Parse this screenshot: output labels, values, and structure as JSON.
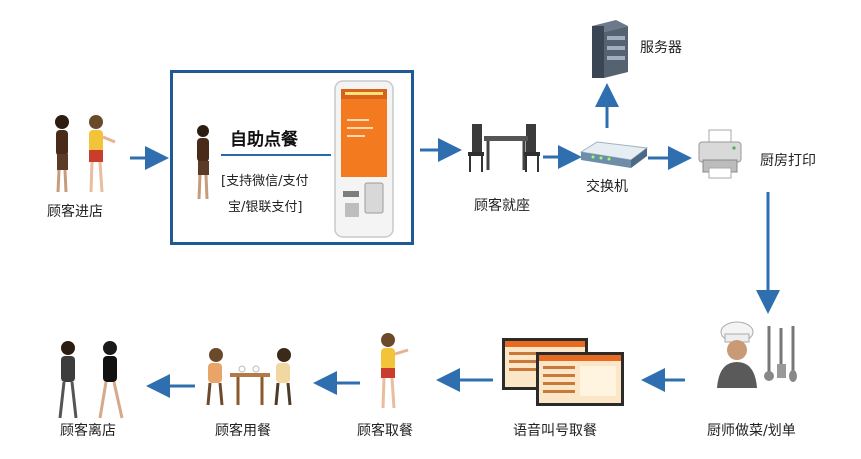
{
  "nodes": {
    "customer_enter": "顾客进店",
    "self_order_title": "自助点餐",
    "pay_line1": "[支持微信/支付",
    "pay_line2": "宝/银联支付]",
    "customer_seated": "顾客就座",
    "switch": "交换机",
    "server": "服务器",
    "kitchen_print": "厨房打印",
    "chef": "厨师做菜/划单",
    "voice_call": "语音叫号取餐",
    "customer_pickup": "顾客取餐",
    "customer_dine": "顾客用餐",
    "customer_leave": "顾客离店"
  },
  "colors": {
    "arrow": "#2f6fb0",
    "box_border": "#1f5a96",
    "screen_orange": "#f47a1f"
  }
}
